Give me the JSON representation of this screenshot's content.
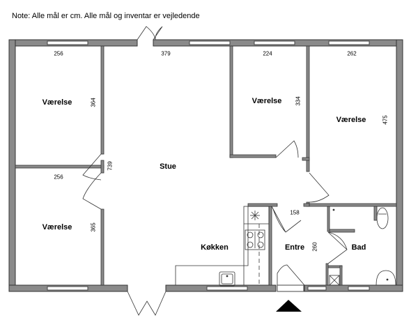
{
  "note": "Note: Alle mål er cm. Alle mål og inventar er vejledende",
  "rooms": {
    "bedroom_top_left": {
      "label": "Værelse",
      "width": "256",
      "depth": "364"
    },
    "bedroom_bottom_left": {
      "label": "Værelse",
      "width": "256",
      "depth": "365"
    },
    "living": {
      "label": "Stue",
      "width": "379",
      "depth": "739"
    },
    "bedroom_middle": {
      "label": "Værelse",
      "width": "224",
      "depth": "334"
    },
    "bedroom_right": {
      "label": "Værelse",
      "width": "262",
      "depth": "475"
    },
    "kitchen": {
      "label": "Køkken"
    },
    "entrance": {
      "label": "Entre",
      "width": "158",
      "depth": "260"
    },
    "bathroom": {
      "label": "Bad"
    }
  }
}
